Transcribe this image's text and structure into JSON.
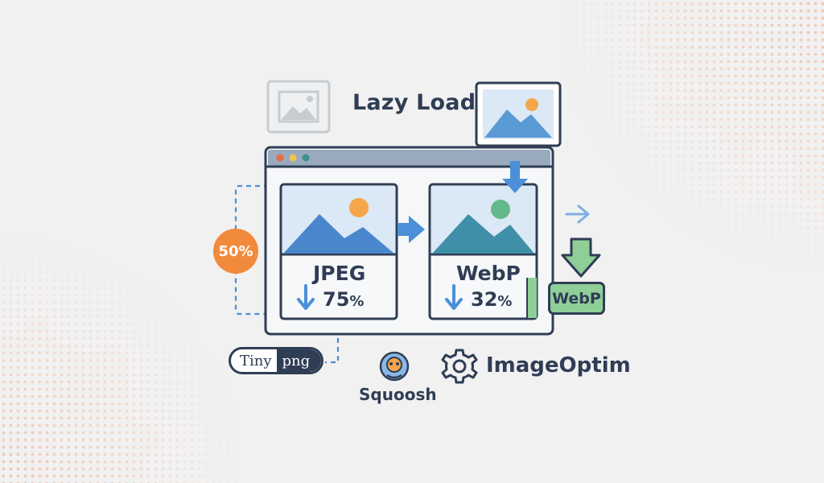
{
  "lazy_load": {
    "title": "Lazy Load"
  },
  "compression_badge": {
    "value": "50%"
  },
  "cards": [
    {
      "format": "JPEG",
      "reduction": "75",
      "unit": "%",
      "sun_color": "#f5a64a",
      "mountain_color": "#4a86cc"
    },
    {
      "format": "WebP",
      "reduction": "32",
      "unit": "%",
      "sun_color": "#63b98a",
      "mountain_color": "#3f8fa8"
    }
  ],
  "webp_badge": {
    "label": "WebP"
  },
  "tools": {
    "tinypng": {
      "part1": "Tiny",
      "part2": "png"
    },
    "squoosh": {
      "label": "Squoosh"
    },
    "imageoptim": {
      "label": "ImageOptim"
    }
  },
  "colors": {
    "outline": "#2f3d55",
    "accent_blue": "#4a8fd8",
    "orange": "#f28a3c",
    "green": "#8fcf97",
    "window_bar": "#9aaabd"
  },
  "icons": [
    "image-placeholder-icon",
    "arrow-right-icon",
    "arrow-down-icon",
    "gear-icon",
    "squoosh-logo-icon"
  ]
}
